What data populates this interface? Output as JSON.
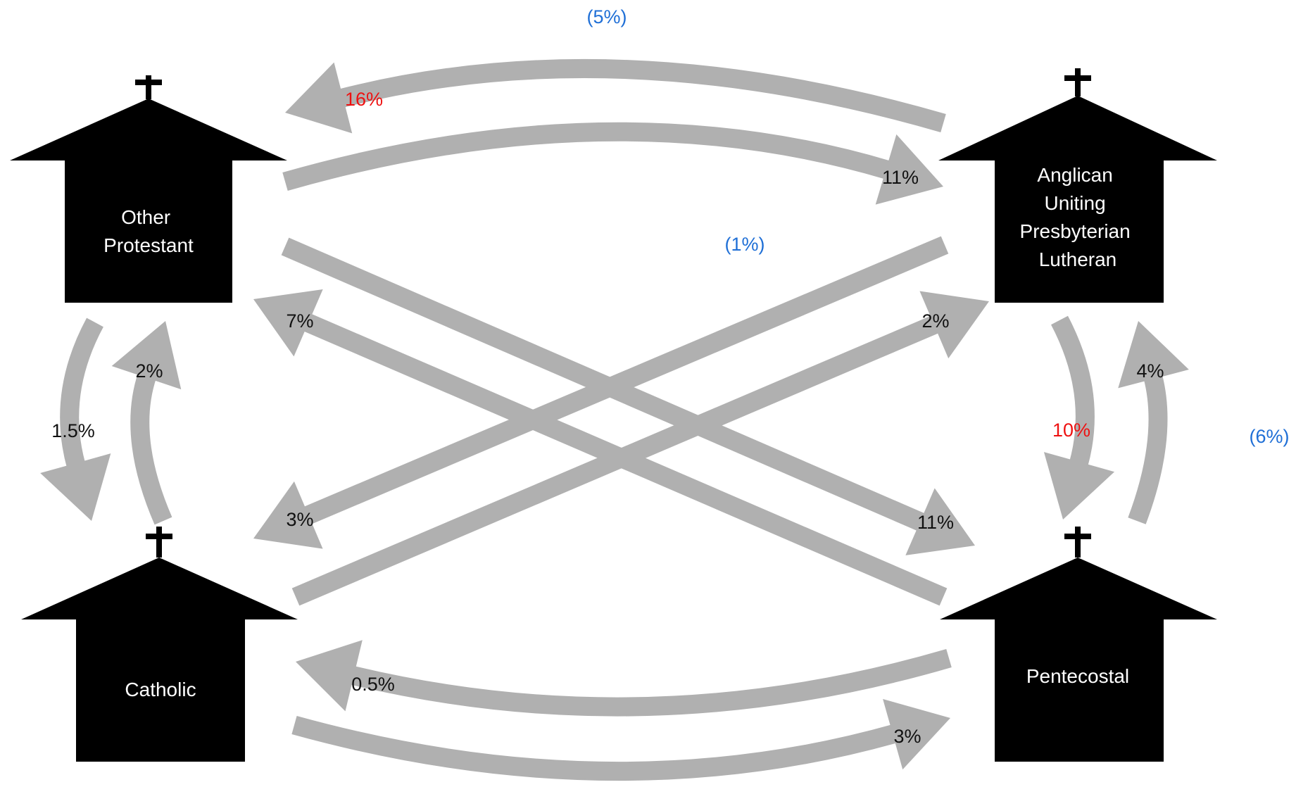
{
  "colors": {
    "arrow": "#b0b0b0",
    "church": "#000000",
    "label_default": "#111111",
    "label_highlight": "#ee1111",
    "label_net": "#1f6fd6"
  },
  "churches": {
    "other_protestant": {
      "lines": [
        "Other",
        "Protestant"
      ]
    },
    "anglican_group": {
      "lines": [
        "Anglican",
        "Uniting",
        "Presbyterian",
        "Lutheran"
      ]
    },
    "catholic": {
      "lines": [
        "Catholic"
      ]
    },
    "pentecostal": {
      "lines": [
        "Pentecostal"
      ]
    }
  },
  "flows": {
    "anglican_to_other": {
      "label": "16%",
      "highlight": true
    },
    "other_to_anglican": {
      "label": "11%",
      "highlight": false
    },
    "pentecostal_to_other": {
      "label": "7%",
      "highlight": false
    },
    "other_to_pentecostal": {
      "label": "11%",
      "highlight": false
    },
    "anglican_to_catholic": {
      "label": "3%",
      "highlight": false
    },
    "catholic_to_anglican": {
      "label": "2%",
      "highlight": false
    },
    "other_to_catholic": {
      "label": "1.5%",
      "highlight": false
    },
    "catholic_to_other": {
      "label": "2%",
      "highlight": false
    },
    "anglican_to_pentecostal": {
      "label": "10%",
      "highlight": true
    },
    "pentecostal_to_anglican": {
      "label": "4%",
      "highlight": false
    },
    "pentecostal_to_catholic": {
      "label": "0.5%",
      "highlight": false
    },
    "catholic_to_pentecostal": {
      "label": "3%",
      "highlight": false
    }
  },
  "net_labels": {
    "top": "(5%)",
    "center": "(1%)",
    "right": "(6%)"
  }
}
